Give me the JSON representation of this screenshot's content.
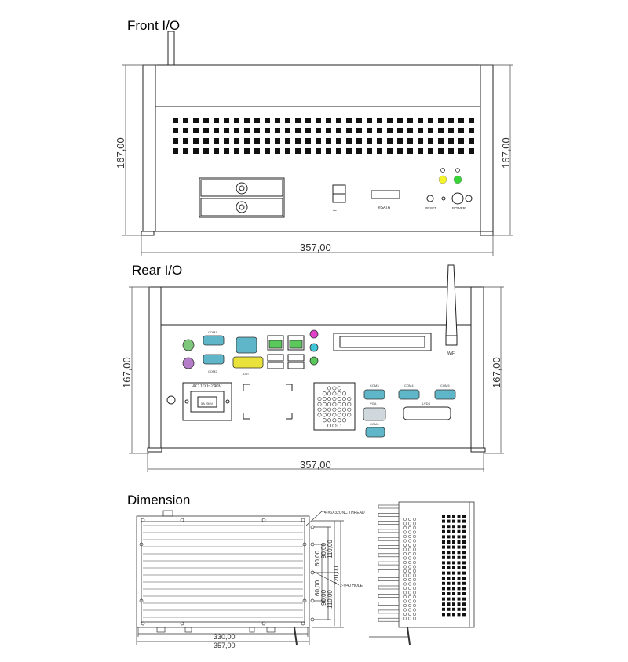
{
  "sections": {
    "front": {
      "title": "Front I/O"
    },
    "rear": {
      "title": "Rear I/O"
    },
    "dimension": {
      "title": "Dimension"
    }
  },
  "front": {
    "height_dim": "167,00",
    "width_dim": "357,00",
    "usb_label": "⭠",
    "ehdmi_label": "eSATA",
    "reset_label": "RESET",
    "power_label": "POWER",
    "led_colors": [
      "#f4f42a",
      "#37d437"
    ]
  },
  "rear": {
    "height_dim": "167,00",
    "width_dim": "357,00",
    "power_label": "AC 100~240V",
    "power_sub": "5A 250V",
    "wifi_label": "WiFi",
    "com1_label": "COM1",
    "com2_label": "COM2",
    "dvi_label": "DVI",
    "com3_label": "COM3",
    "com4_label": "COM4",
    "com5_label": "COM5",
    "com6_label": "COM6",
    "vga_label": "VGA",
    "lvds_label": "LVDS",
    "port_color": "#5fb6c9",
    "dvi_color": "#e8e23a",
    "ps2_green": "#7ec87e",
    "ps2_purple": "#b57cc9",
    "audio_colors": [
      "#e040c8",
      "#3ec6d8",
      "#5ac85a"
    ]
  },
  "dimension": {
    "thread_label": "4-#6X32UNC THREAD",
    "hole_label": "2-Φ40 HOLE",
    "dim_330": "330,00",
    "dim_357": "357,00",
    "dim_60a": "60,00",
    "dim_90a": "90,00",
    "dim_110a": "110,00",
    "dim_220": "220,00",
    "dim_60b": "60,00",
    "dim_90b": "90,00",
    "dim_110b": "110,00"
  }
}
